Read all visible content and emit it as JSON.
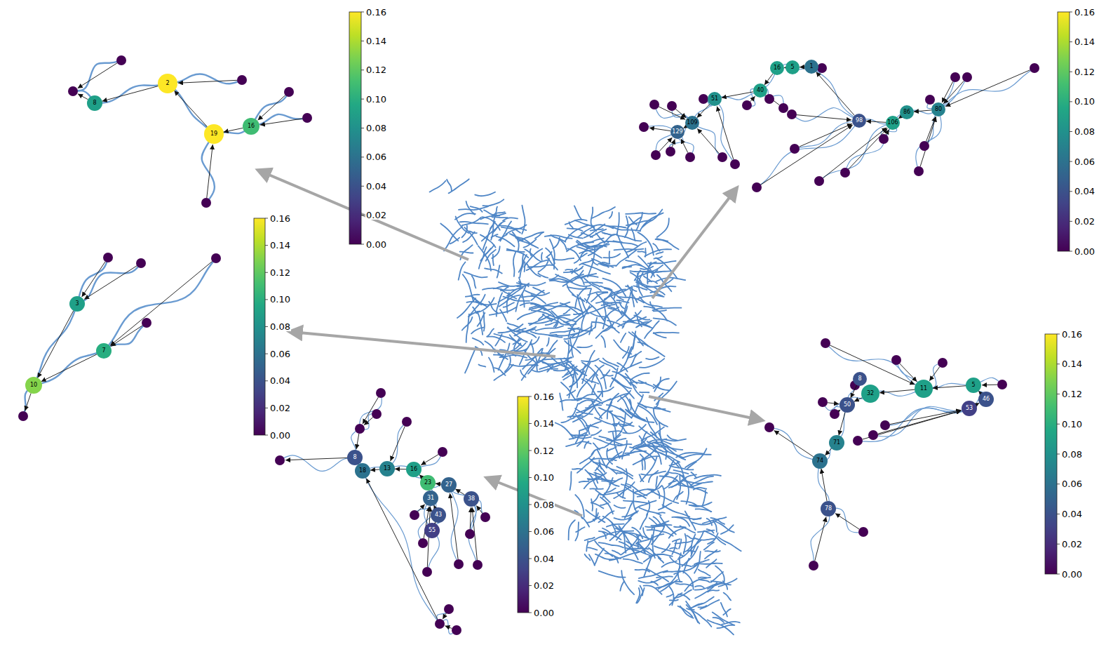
{
  "diagram": {
    "nodes": [
      {
        "text": [
          "2"
        ]
      },
      {
        "text": [
          "19"
        ]
      },
      {
        "text": [
          "16"
        ]
      },
      {
        "text": [
          "8"
        ]
      },
      {
        "text": [
          "16"
        ]
      },
      {
        "text": [
          "5"
        ]
      },
      {
        "text": [
          "1"
        ]
      },
      {
        "text": [
          "40"
        ]
      },
      {
        "text": [
          "51"
        ]
      },
      {
        "text": [
          "109"
        ]
      },
      {
        "text": [
          "129"
        ]
      },
      {
        "text": [
          "98"
        ]
      },
      {
        "text": [
          "106"
        ]
      },
      {
        "text": [
          "86"
        ]
      },
      {
        "text": [
          "80"
        ]
      },
      {
        "text": [
          "3"
        ]
      },
      {
        "text": [
          "7"
        ]
      },
      {
        "text": [
          "10"
        ]
      },
      {
        "text": [
          "8"
        ]
      },
      {
        "text": [
          "18"
        ]
      },
      {
        "text": [
          "13"
        ]
      },
      {
        "text": [
          "16"
        ]
      },
      {
        "text": [
          "23"
        ]
      },
      {
        "text": [
          "31"
        ]
      },
      {
        "text": [
          "27"
        ]
      },
      {
        "text": [
          "38"
        ]
      },
      {
        "text": [
          "43"
        ]
      },
      {
        "text": [
          "55"
        ]
      },
      {
        "text": [
          "11"
        ]
      },
      {
        "text": [
          "32"
        ]
      },
      {
        "text": [
          "8"
        ]
      },
      {
        "text": [
          "50"
        ]
      },
      {
        "text": [
          "71"
        ]
      },
      {
        "text": [
          "74"
        ]
      },
      {
        "text": [
          "78"
        ]
      },
      {
        "text": [
          "5"
        ]
      },
      {
        "text": [
          "46"
        ]
      },
      {
        "text": [
          "53"
        ]
      }
    ],
    "edges": [
      {
        "from": 1,
        "to": 0,
        "arrow": "to"
      },
      {
        "from": 2,
        "to": 1,
        "arrow": "to"
      },
      {
        "from": 0,
        "to": 3,
        "arrow": "to"
      },
      {
        "from": 14,
        "to": 13,
        "arrow": "to"
      },
      {
        "from": 13,
        "to": 12,
        "arrow": "to"
      },
      {
        "from": 12,
        "to": 11,
        "arrow": "to"
      },
      {
        "from": 11,
        "to": 6,
        "arrow": "to"
      },
      {
        "from": 6,
        "to": 5,
        "arrow": "to"
      },
      {
        "from": 5,
        "to": 4,
        "arrow": "to"
      },
      {
        "from": 4,
        "to": 7,
        "arrow": "to"
      },
      {
        "from": 7,
        "to": 8,
        "arrow": "to"
      },
      {
        "from": 8,
        "to": 9,
        "arrow": "to"
      },
      {
        "from": 9,
        "to": 10,
        "arrow": "to"
      },
      {
        "from": 15,
        "to": 17,
        "arrow": "to"
      },
      {
        "from": 16,
        "to": 17,
        "arrow": "to"
      },
      {
        "from": 21,
        "to": 20,
        "arrow": "to"
      },
      {
        "from": 20,
        "to": 19,
        "arrow": "to"
      },
      {
        "from": 19,
        "to": 18,
        "arrow": "to"
      },
      {
        "from": 22,
        "to": 21,
        "arrow": "to"
      },
      {
        "from": 24,
        "to": 22,
        "arrow": "to"
      },
      {
        "from": 23,
        "to": 22,
        "arrow": "to"
      },
      {
        "from": 25,
        "to": 24,
        "arrow": "to"
      },
      {
        "from": 26,
        "to": 23,
        "arrow": "to"
      },
      {
        "from": 27,
        "to": 26,
        "arrow": "to"
      },
      {
        "from": 35,
        "to": 28,
        "arrow": "to"
      },
      {
        "from": 36,
        "to": 35,
        "arrow": "to"
      },
      {
        "from": 37,
        "to": 36,
        "arrow": "to"
      },
      {
        "from": 28,
        "to": 29,
        "arrow": "to"
      },
      {
        "from": 29,
        "to": 31,
        "arrow": "to"
      },
      {
        "from": 30,
        "to": 31,
        "arrow": "to"
      },
      {
        "from": 31,
        "to": 32,
        "arrow": "to"
      },
      {
        "from": 32,
        "to": 33,
        "arrow": "to"
      },
      {
        "from": 34,
        "to": 33,
        "arrow": "to"
      }
    ],
    "labels": [
      "0.16",
      "0.14",
      "0.12",
      "0.10",
      "0.08",
      "0.06",
      "0.04",
      "0.02",
      "0.00",
      "0.16",
      "0.14",
      "0.12",
      "0.10",
      "0.08",
      "0.06",
      "0.04",
      "0.02",
      "0.00",
      "0.16",
      "0.14",
      "0.12",
      "0.10",
      "0.08",
      "0.06",
      "0.04",
      "0.02",
      "0.00",
      "0.16",
      "0.14",
      "0.12",
      "0.10",
      "0.08",
      "0.06",
      "0.04",
      "0.02",
      "0.00",
      "0.16",
      "0.14",
      "0.12",
      "0.10",
      "0.08",
      "0.06",
      "0.04",
      "0.02",
      "0.00"
    ]
  }
}
